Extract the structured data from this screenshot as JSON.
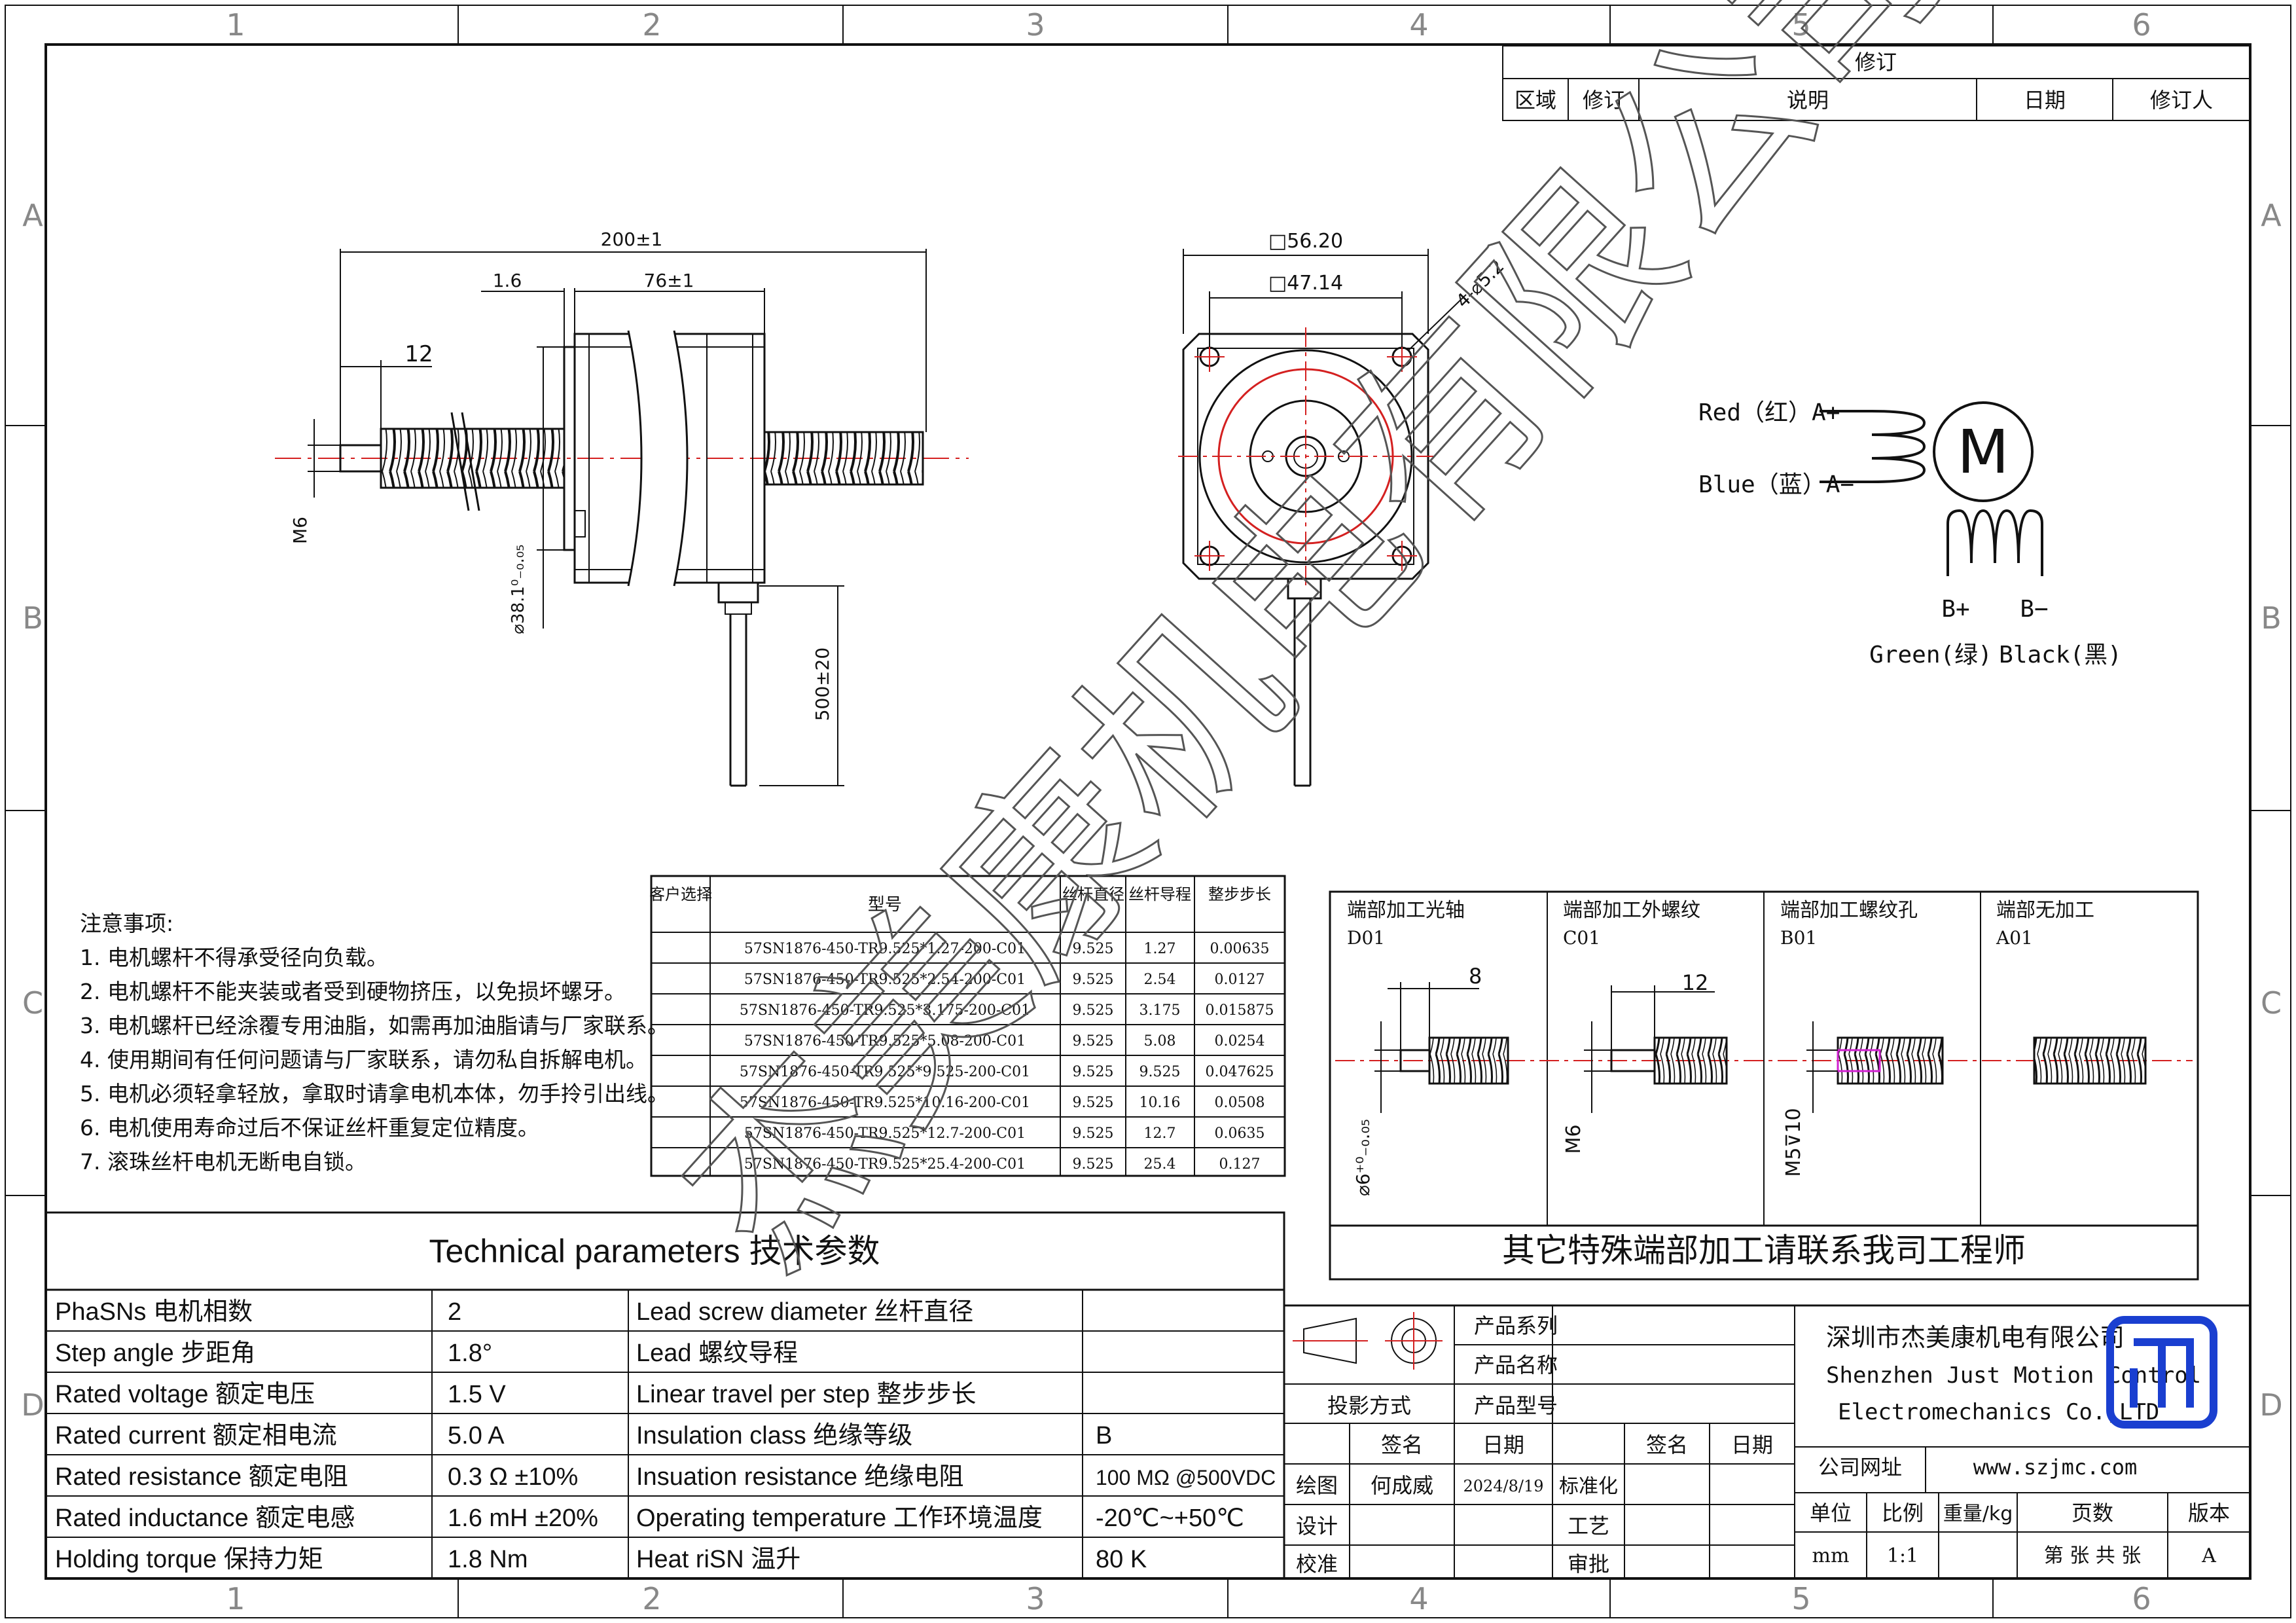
{
  "frame": {
    "col_labels": [
      "1",
      "2",
      "3",
      "4",
      "5",
      "6"
    ],
    "row_labels": [
      "A",
      "B",
      "C",
      "D"
    ]
  },
  "revision": {
    "title": "修订",
    "headers": [
      "区域",
      "修订",
      "说明",
      "日期",
      "修订人"
    ]
  },
  "side_view": {
    "dims": [
      "200±1",
      "1.6",
      "76±1",
      "12",
      "M6",
      "⌀38.1⁰₋₀.₀₅",
      "500±20"
    ]
  },
  "front_view": {
    "dims": [
      "□56.20",
      "□47.14",
      "4-⌀5.2"
    ]
  },
  "wiring": {
    "motor": "M",
    "a_plus": "Red（红）A+",
    "a_minus": "Blue（蓝）A−",
    "b_plus": "B+",
    "b_minus": "B−",
    "b_plus_color": "Green(绿)",
    "b_minus_color": "Black(黑)"
  },
  "notes": {
    "title": "注意事项:",
    "items": [
      "1. 电机螺杆不得承受径向负载。",
      "2. 电机螺杆不能夹装或者受到硬物挤压，以免损坏螺牙。",
      "3. 电机螺杆已经涂覆专用油脂，如需再加油脂请与厂家联系。",
      "4. 使用期间有任何问题请与厂家联系，请勿私自拆解电机。",
      "5. 电机必须轻拿轻放，拿取时请拿电机本体，勿手拎引出线。",
      "6. 电机使用寿命过后不保证丝杆重复定位精度。",
      "7. 滚珠丝杆电机无断电自锁。"
    ]
  },
  "model_table": {
    "headers": [
      "客户选择",
      "型号",
      "丝杆直径",
      "丝杆导程",
      "整步步长"
    ],
    "rows": [
      [
        "",
        "57SN1876-450-TR9.525*1.27-200-C01",
        "9.525",
        "1.27",
        "0.00635"
      ],
      [
        "",
        "57SN1876-450-TR9.525*2.54-200-C01",
        "9.525",
        "2.54",
        "0.0127"
      ],
      [
        "",
        "57SN1876-450-TR9.525*3.175-200-C01",
        "9.525",
        "3.175",
        "0.015875"
      ],
      [
        "",
        "57SN1876-450-TR9.525*5.08-200-C01",
        "9.525",
        "5.08",
        "0.0254"
      ],
      [
        "",
        "57SN1876-450-TR9.525*9.525-200-C01",
        "9.525",
        "9.525",
        "0.047625"
      ],
      [
        "",
        "57SN1876-450-TR9.525*10.16-200-C01",
        "9.525",
        "10.16",
        "0.0508"
      ],
      [
        "",
        "57SN1876-450-TR9.525*12.7-200-C01",
        "9.525",
        "12.7",
        "0.0635"
      ],
      [
        "",
        "57SN1876-450-TR9.525*25.4-200-C01",
        "9.525",
        "25.4",
        "0.127"
      ]
    ]
  },
  "end_machining": {
    "panels": [
      {
        "title": "端部加工光轴",
        "code": "D01",
        "dim_top": "8",
        "dim_side": "⌀6⁺⁰₋₀.₀₅"
      },
      {
        "title": "端部加工外螺纹",
        "code": "C01",
        "dim_top": "12",
        "dim_side": "M6"
      },
      {
        "title": "端部加工螺纹孔",
        "code": "B01",
        "dim_top": "",
        "dim_side": "M5⊽10"
      },
      {
        "title": "端部无加工",
        "code": "A01",
        "dim_top": "",
        "dim_side": ""
      }
    ],
    "footer": "其它特殊端部加工请联系我司工程师"
  },
  "tech_params": {
    "title": "Technical parameters 技术参数",
    "left": [
      {
        "label": "PhaSNs 电机相数",
        "value": "2"
      },
      {
        "label": "Step angle 步距角",
        "value": "1.8°"
      },
      {
        "label": "Rated voltage 额定电压",
        "value": "1.5 V"
      },
      {
        "label": "Rated current 额定相电流",
        "value": "5.0 A"
      },
      {
        "label": "Rated resistance 额定电阻",
        "value": "0.3 Ω  ±10%"
      },
      {
        "label": "Rated inductance 额定电感",
        "value": "1.6 mH ±20%"
      },
      {
        "label": "Holding torque 保持力矩",
        "value": "1.8 Nm"
      }
    ],
    "right": [
      {
        "label": "Lead screw diameter 丝杆直径",
        "value": ""
      },
      {
        "label": "Lead 螺纹导程",
        "value": ""
      },
      {
        "label": "Linear travel per step 整步步长",
        "value": ""
      },
      {
        "label": "Insulation class 绝缘等级",
        "value": "B"
      },
      {
        "label": "Insuation resistance 绝缘电阻",
        "value": "100 MΩ @500VDC"
      },
      {
        "label": "Operating temperature 工作环境温度",
        "value": "-20℃~+50℃"
      },
      {
        "label": "Heat riSN 温升",
        "value": "80 K"
      }
    ]
  },
  "title_block": {
    "product_series": "产品系列",
    "product_name": "产品名称",
    "product_model": "产品型号",
    "projection": "投影方式",
    "sign": "签名",
    "date": "日期",
    "sign2": "签名",
    "date2": "日期",
    "drawn": "绘图",
    "drawn_by": "何成威",
    "drawn_date": "2024/8/19",
    "standard": "标准化",
    "design": "设计",
    "process": "工艺",
    "check": "校准",
    "approve": "审批",
    "company_cn": "深圳市杰美康机电有限公司",
    "company_en1": "Shenzhen Just Motion Control",
    "company_en2": "Electromechanics Co.,LTD",
    "website_label": "公司网址",
    "website": "www.szjmc.com",
    "unit_label": "单位",
    "scale_label": "比例",
    "weight_label": "重量/kg",
    "pages_label": "页数",
    "version_label": "版本",
    "unit": "mm",
    "scale": "1:1",
    "pages": "第 张 共 张",
    "version": "A"
  },
  "watermark": "杰美康机电有限公司",
  "colors": {
    "line": "#111111",
    "centerline": "#d42020",
    "logo_blue": "#1a3fd0",
    "magenta": "#d020d0"
  }
}
